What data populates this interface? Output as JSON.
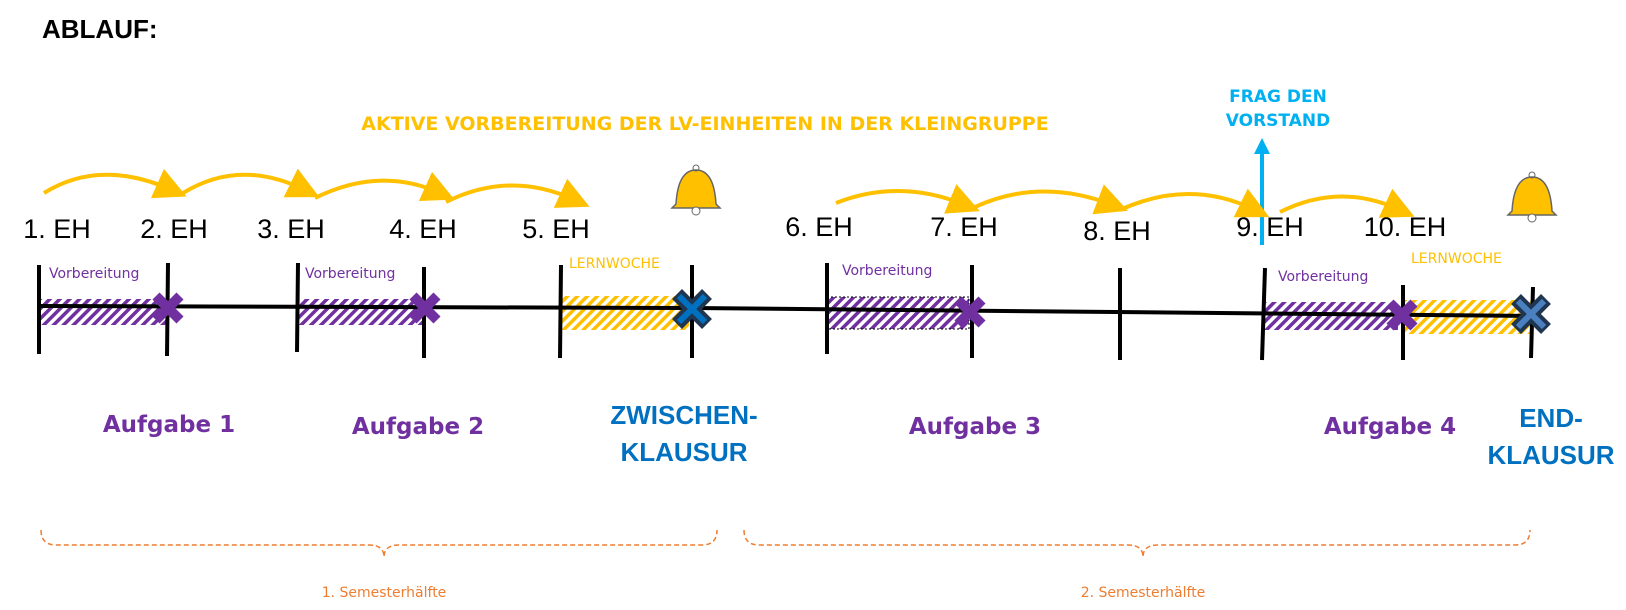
{
  "title": "ABLAUF:",
  "banner": "AKTIVE VORBEREITUNG DER LV-EINHEITEN IN DER KLEINGRUPPE",
  "callout": {
    "line1": "FRAG DEN",
    "line2": "VORSTAND"
  },
  "units": [
    "1. EH",
    "2. EH",
    "3. EH",
    "4. EH",
    "5. EH",
    "6. EH",
    "7. EH",
    "8. EH",
    "9. EH",
    "10. EH"
  ],
  "prep_label": "Vorbereitung",
  "study_week_label": "LERNWOCHE",
  "tasks": [
    "Aufgabe 1",
    "Aufgabe 2",
    "Aufgabe 3",
    "Aufgabe 4"
  ],
  "midterm": {
    "line1": "ZWISCHEN-",
    "line2": "KLAUSUR"
  },
  "final": {
    "line1": "END-",
    "line2": "KLAUSUR"
  },
  "halves": [
    "1. Semesterhälfte",
    "2. Semesterhälfte"
  ],
  "colors": {
    "purple": "#7030a0",
    "yellow": "#ffc000",
    "blue": "#0070c0",
    "cyan": "#00b0f0",
    "orange": "#ed7d31",
    "navy": "#1f3550"
  }
}
